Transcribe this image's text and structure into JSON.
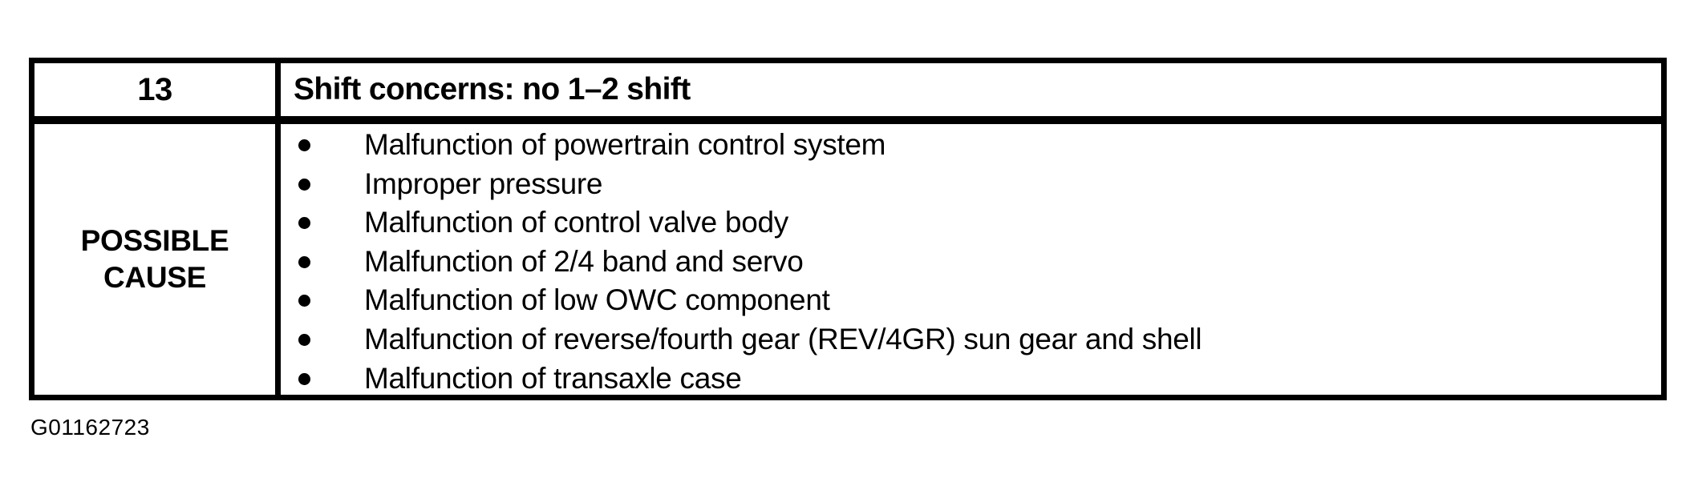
{
  "document": {
    "table": {
      "header": {
        "number": "13",
        "title": "Shift concerns: no 1–2 shift"
      },
      "row_label": "POSSIBLE CAUSE",
      "causes": [
        "Malfunction of powertrain control system",
        "Improper pressure",
        "Malfunction of control valve body",
        "Malfunction of 2/4 band and servo",
        "Malfunction of low OWC component",
        "Malfunction of reverse/fourth gear (REV/4GR) sun gear and shell",
        "Malfunction of transaxle case"
      ]
    },
    "figure_id": "G01162723",
    "colors": {
      "ink": "#000000",
      "paper": "#ffffff"
    },
    "icons": {
      "bullet": "•"
    }
  }
}
